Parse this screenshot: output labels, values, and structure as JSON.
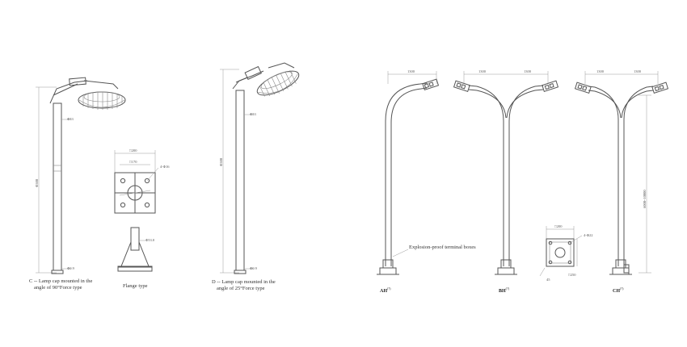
{
  "figures": {
    "c": {
      "caption_line1": "C -- Lamp cap mounted in the",
      "caption_line2": "angle of 90°Force type",
      "height_dim": "Φ500",
      "head_dim": "Φ53",
      "base_dim": "Φ0.9"
    },
    "flange": {
      "caption": "Flange type",
      "top_dim": "□200",
      "inner_dim": "□170",
      "hole_dim": "4-Φ16",
      "pipe_dim": "Φ53.0"
    },
    "d": {
      "caption_line1": "D -- Lamp cap mounted in the",
      "caption_line2": "angle of 25°Force type",
      "height_dim": "Φ500",
      "head_dim": "Φ53",
      "base_dim": "Φ0.9"
    },
    "ah": {
      "label": "AH",
      "label_sup": "(?)",
      "arm_dim": "1300"
    },
    "bh": {
      "label": "BH",
      "label_sup": "(?)",
      "arm_left_dim": "1300",
      "arm_right_dim": "1300"
    },
    "ch": {
      "label": "CH",
      "label_sup": "(?)",
      "arm_left_dim": "1300",
      "arm_right_dim": "1300",
      "height_dim": "6000~10000"
    },
    "base_plate": {
      "top_dim": "□200",
      "hole_dim": "4-Φ22",
      "side_dim": "□250",
      "angle_dim": "45"
    },
    "callout": {
      "text": "Explosion-proof terminal boxes"
    }
  }
}
